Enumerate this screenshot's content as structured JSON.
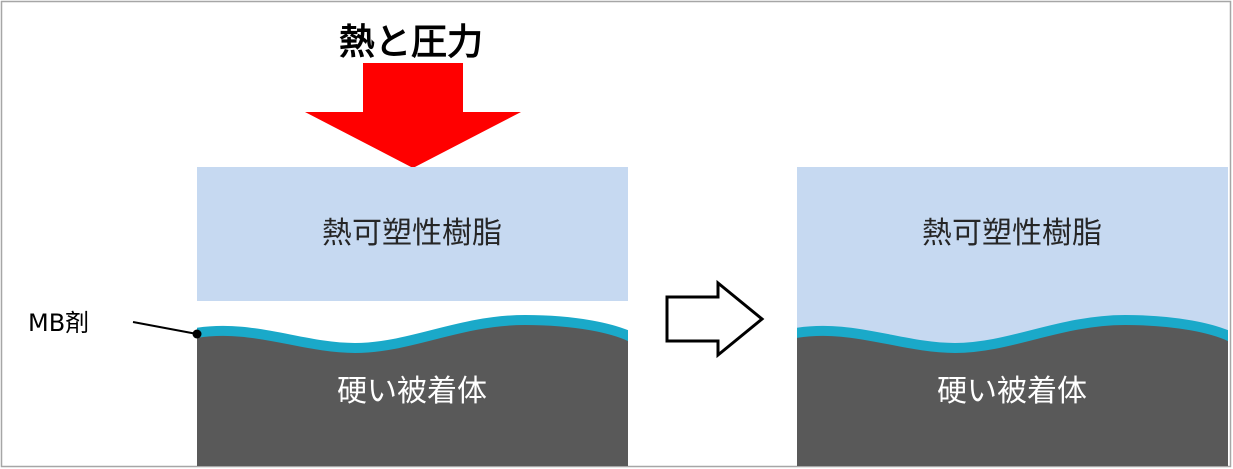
{
  "title": "熱と圧力",
  "left_panel": {
    "resin_label": "熱可塑性樹脂",
    "substrate_label": "硬い被着体",
    "agent_label": "MB剤"
  },
  "right_panel": {
    "resin_label": "熱可塑性樹脂",
    "substrate_label": "硬い被着体"
  },
  "icons": {
    "press_arrow": "arrow-down-icon",
    "transition_arrow": "arrow-right-outline-icon"
  },
  "colors": {
    "arrow": "#ff0000",
    "resin": "#c6d9f1",
    "agent_layer": "#1aa9c9",
    "substrate": "#595959",
    "frame": "#a6a6a6"
  }
}
